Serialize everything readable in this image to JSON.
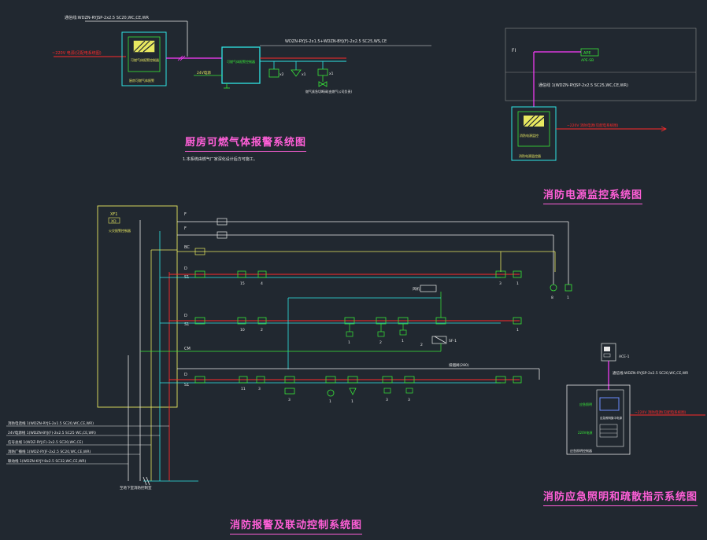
{
  "titles": {
    "kitchen": "厨房可燃气体报警系统图",
    "power_monitor": "消防电源监控系统图",
    "fire_alarm": "消防报警及联动控制系统图",
    "emergency": "消防应急照明和疏散指示系统图"
  },
  "kitchen": {
    "top_cable": "通信线:WDZN-RYJSP-2x2.5 SC20,WC,CE,WR",
    "power_in": "~220V 电源(见配电系统图)",
    "panel_label": "可燃气体报警控制器",
    "panel_sub": "厨房可燃气体报警",
    "controller": "可燃气体报警控制器",
    "right_cable": "WDZN-RYJS-2x1.5+WDZN-BYJ(F)-2x2.5 SC25,WS,CE",
    "supply_tag": "24V电源",
    "det_count_1": "x2",
    "det_count_2": "x1",
    "det_count_3": "x1",
    "valve_label": "燃气紧急切断阀(由燃气公司负责)",
    "note": "1.本系统由燃气厂家深化设计后方可施工。"
  },
  "power_monitor": {
    "zone_tag": "FI",
    "ape_box": "APE",
    "ape_sub": "APE-SB",
    "cable": "通信线 1(WDZN-RYJSP-2x2.5 SC25,WC,CE,WR)",
    "panel_label": "消防电源监控",
    "panel_sub": "消防电源监控器",
    "power_in": "~220V 消防电源(见配电系统图)"
  },
  "fire_alarm": {
    "panel_code": "XF1",
    "panel_sub": "XD",
    "panel_label": "火灾报警控制器",
    "bus_labels": [
      "F",
      "F",
      "BC",
      "D",
      "S1",
      "D",
      "S1",
      "CM",
      "D",
      "S1"
    ],
    "tags_row1": [
      "15",
      "4",
      "3",
      "1"
    ],
    "tags_row2": [
      "10",
      "2",
      "1",
      "2",
      "1",
      "1",
      "2"
    ],
    "tags_row3": [
      "11",
      "3",
      "3",
      "1",
      "1",
      "3",
      "3"
    ],
    "counts_right": [
      "8",
      "1"
    ],
    "fan_tag": "SF-1",
    "sub_label": "风机",
    "row3_tag": "排烟阀(280)",
    "legend": [
      "消防电话线 1(WDZN-RYJS-2x1.5 SC20,WC,CE,WR)",
      "24V电源线 1(WDZN-BYJ(F)-2x2.5 SC25 WC,CE,WR)",
      "信号总线 1(WDZ-RYJ(F)-2x2.5 SC20,WC,CE)",
      "消防广播线 1(WDZ-RYJF-2x2.5 SC20,WC,CE,WR)",
      "联动线 1(WDZN-KYJY-8x2.5 SC32,WC,CE,WR)"
    ],
    "bottom_label": "至地下室消防控制室"
  },
  "emergency": {
    "box_label": "ACE-1",
    "cable": "通信线:WDZN-RYJSP-2x2.5 SC20,WC,CE,WR",
    "panel_top": "应急照明",
    "panel_mid": "220V电源",
    "panel_label": "应急照明控制器",
    "panel_sub": "应急照明集中电源",
    "power_in": "~220V 消防电源(见配电系统图)"
  },
  "colors": {
    "bg": "#212830",
    "cyan": "#2fe6e6",
    "red": "#ff2a2a",
    "green": "#38e838",
    "yellow": "#e8e860",
    "magenta": "#ff3cff",
    "white": "#e8e8e8",
    "title": "#ff5fd8"
  }
}
